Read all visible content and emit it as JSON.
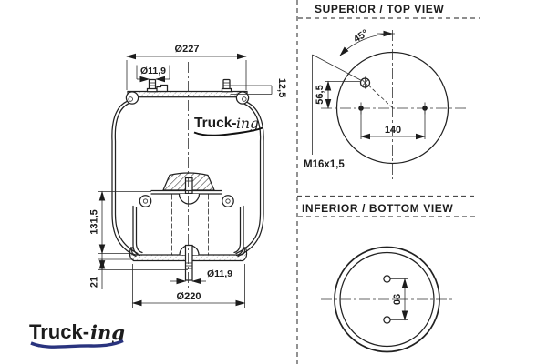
{
  "side_view": {
    "dim_top_diameter": "Ø227",
    "dim_top_stud_diameter": "Ø11,9",
    "dim_stud_height": "12,5",
    "dim_body_height": "131,5",
    "dim_base_height": "21",
    "dim_bottom_stud_diameter": "Ø11,9",
    "dim_bottom_diameter": "Ø220",
    "watermark": {
      "part1": "Truck-",
      "part2": "ing"
    }
  },
  "top_view": {
    "title": "SUPERIOR / TOP VIEW",
    "dim_angle": "45°",
    "dim_port_offset": "56,5",
    "dim_bolt_spacing": "140",
    "thread_spec": "M16x1,5"
  },
  "bottom_view": {
    "title": "INFERIOR / BOTTOM VIEW",
    "dim_stud_spacing": "90"
  },
  "logo": {
    "part1": "Truck-",
    "part2": "ing"
  },
  "colors": {
    "line": "#222222",
    "logo_blue": "#29337e",
    "logo_orange": "#f08221"
  }
}
